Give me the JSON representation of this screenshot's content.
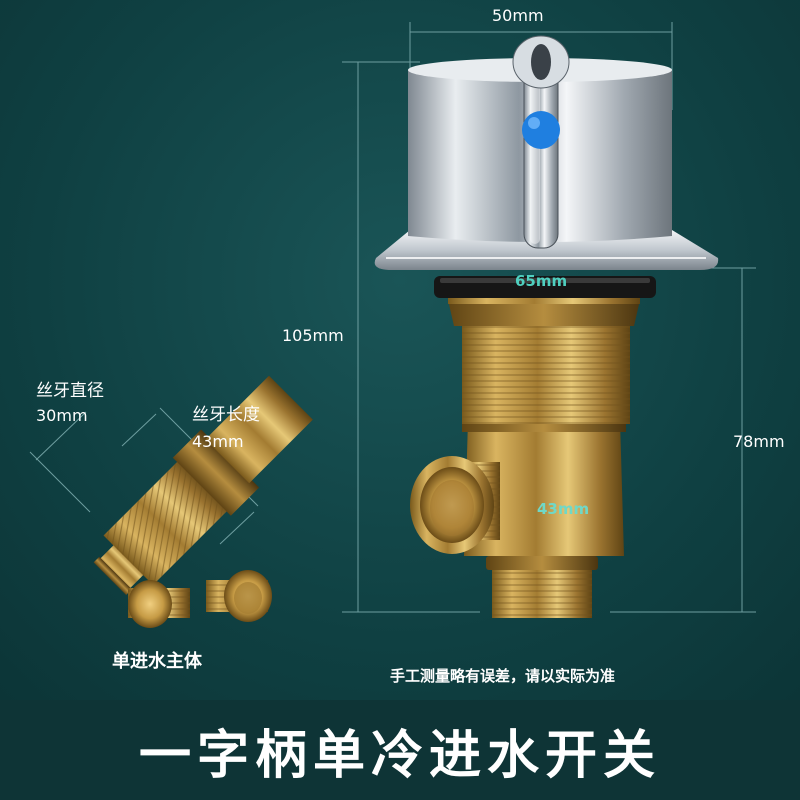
{
  "dimensions": {
    "top_width": "50mm",
    "flange_width": "65mm",
    "total_height": "105mm",
    "body_height": "78mm",
    "outlet_width": "43mm"
  },
  "side_part": {
    "thread_diameter_title": "丝牙直径",
    "thread_diameter_value": "30mm",
    "thread_length_title": "丝牙长度",
    "thread_length_value": "43mm",
    "caption": "单进水主体"
  },
  "disclaimer": "手工测量略有误差，请以实际为准",
  "headline": "一字柄单冷进水开关",
  "colors": {
    "background": "#0f4042",
    "text": "#ffffff",
    "accent_dimension": "#4fd0c0",
    "handle_indicator": "#1f7fe0",
    "brass": "#c9a24a",
    "chrome": "#d8dde2"
  }
}
